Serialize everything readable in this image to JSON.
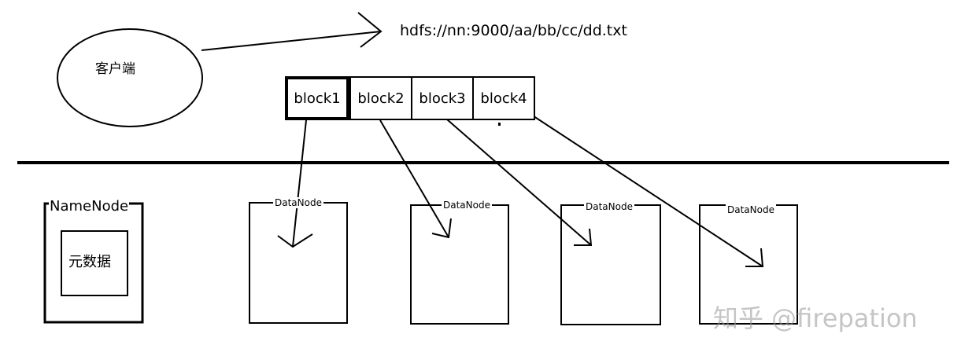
{
  "client_label": "客户端",
  "url": "hdfs://nn:9000/aa/bb/cc/dd.txt",
  "blocks": [
    "block1",
    "block2",
    "block3",
    "block4"
  ],
  "namenode": {
    "label": "NameNode",
    "inner_label": "元数据"
  },
  "datanodes": [
    "DataNode",
    "DataNode",
    "DataNode",
    "DataNode"
  ],
  "watermark": "知乎 @firepation"
}
